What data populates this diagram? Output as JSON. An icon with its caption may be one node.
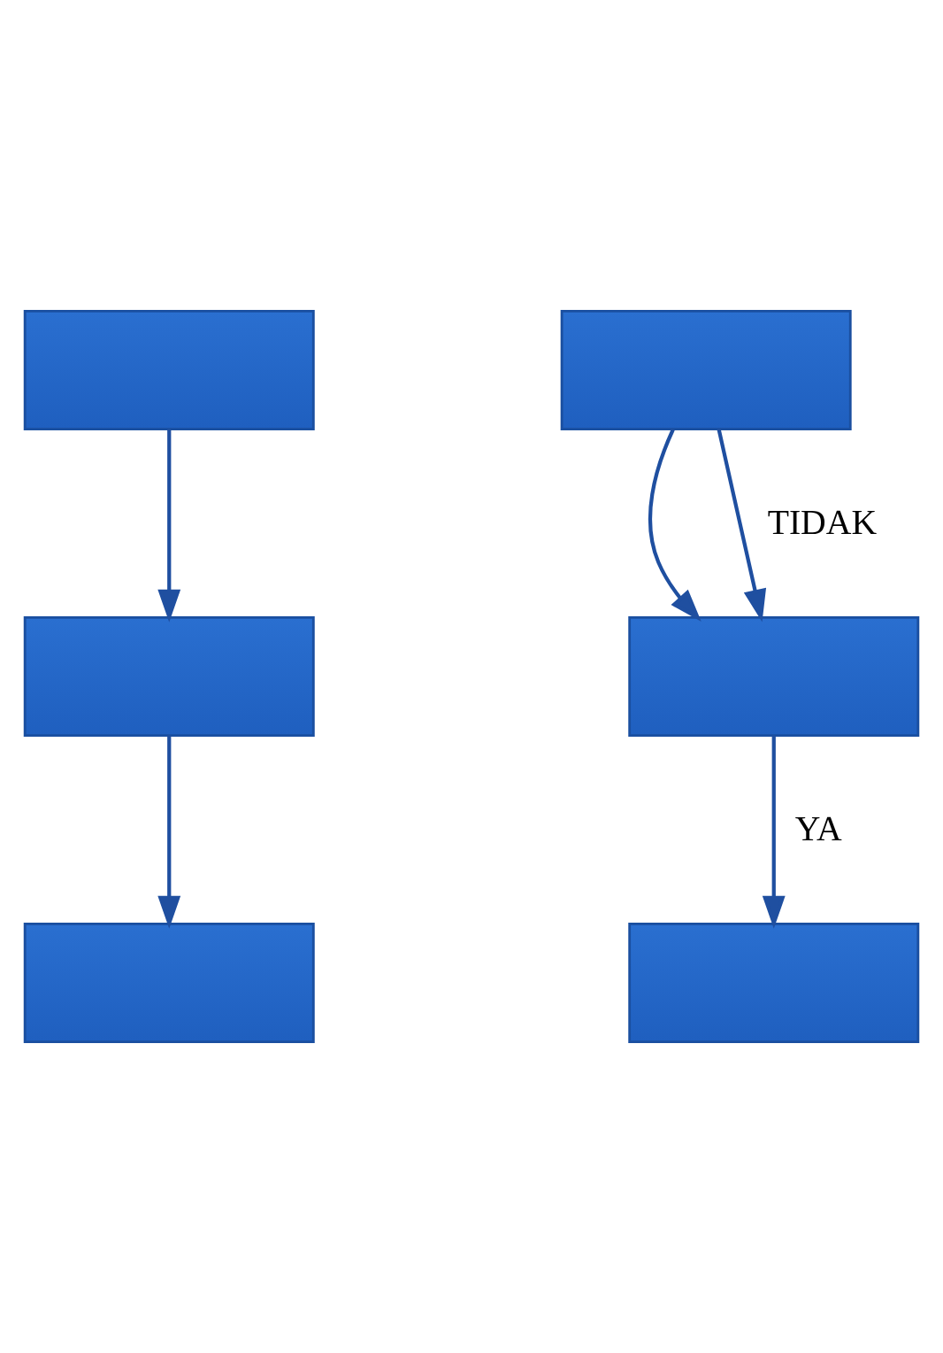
{
  "diagram": {
    "nodes": [
      {
        "text": [],
        "shape": "box"
      },
      {
        "text": [],
        "shape": "box"
      },
      {
        "text": [],
        "shape": "box"
      },
      {
        "text": [],
        "shape": "box"
      },
      {
        "text": [],
        "shape": "box"
      },
      {
        "text": [],
        "shape": "box"
      }
    ],
    "edges": [
      {
        "from": 0,
        "to": 1,
        "arrow": "to"
      },
      {
        "from": 1,
        "to": 2,
        "arrow": "to"
      },
      {
        "from": 3,
        "to": 4,
        "arrow": "to"
      },
      {
        "from": 3,
        "to": 4,
        "arrow": "to",
        "label": "TIDAK"
      },
      {
        "from": 4,
        "to": 5,
        "arrow": "to",
        "label": "YA"
      }
    ]
  }
}
